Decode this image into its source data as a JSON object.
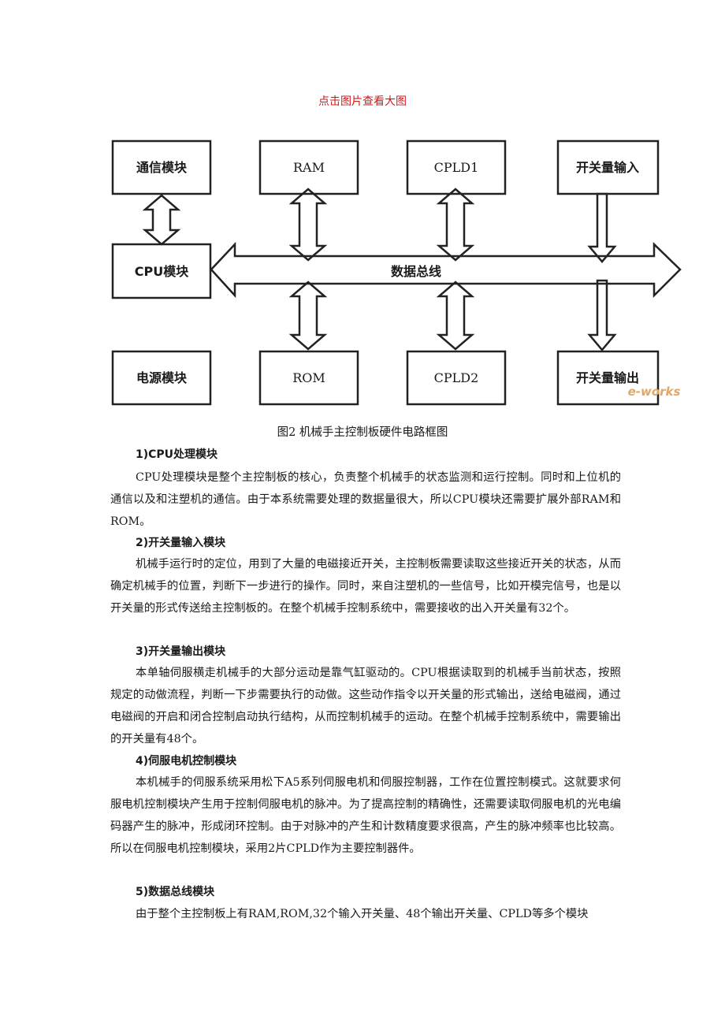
{
  "link_text": "点击图片查看大图",
  "diagram": {
    "boxes": {
      "comm": "通信模块",
      "ram": "RAM",
      "cpld1": "CPLD1",
      "switch_in": "开关量输入",
      "cpu": "CPU模块",
      "power": "电源模块",
      "rom": "ROM",
      "cpld2": "CPLD2",
      "switch_out": "开关量输出"
    },
    "bus_label": "数据总线",
    "watermark": "e-works"
  },
  "caption": "图2 机械手主控制板硬件电路框图",
  "sections": [
    {
      "heading": "1)CPU处理模块",
      "body": "CPU处理模块是整个主控制板的核心，负责整个机械手的状态监测和运行控制。同时和上位机的通信以及和注塑机的通信。由于本系统需要处理的数据量很大，所以CPU模块还需要扩展外部RAM和ROM。"
    },
    {
      "heading": "2)开关量输入模块",
      "body": "机械手运行时的定位，用到了大量的电磁接近开关，主控制板需要读取这些接近开关的状态，从而确定机械手的位置，判断下一步进行的操作。同时，来自注塑机的一些信号，比如开模完信号，也是以开关量的形式传送给主控制板的。在整个机械手控制系统中，需要接收的出入开关量有32个。"
    },
    {
      "heading": "3)开关量输出模块",
      "body": "本单轴伺服横走机械手的大部分运动是靠气缸驱动的。CPU根据读取到的机械手当前状态，按照规定的动做流程，判断一下步需要执行的动做。这些动作指令以开关量的形式输出，送给电磁阀，通过电磁阀的开启和闭合控制启动执行结构，从而控制机械手的运动。在整个机械手控制系统中，需要输出的开关量有48个。"
    },
    {
      "heading": "4)伺服电机控制模块",
      "body": "本机械手的伺服系统采用松下A5系列伺服电机和伺服控制器，工作在位置控制模式。这就要求何服电机控制模块产生用于控制伺服电机的脉冲。为了提高控制的精确性，还需要读取伺服电机的光电编码器产生的脉冲，形成闭环控制。由于对脉冲的产生和计数精度要求很高，产生的脉冲频率也比较高。所以在伺服电机控制模块，采用2片CPLD作为主要控制器件。"
    },
    {
      "heading": "5)数据总线模块",
      "body": "由于整个主控制板上有RAM,ROM,32个输入开关量、48个输出开关量、CPLD等多个模块"
    }
  ]
}
